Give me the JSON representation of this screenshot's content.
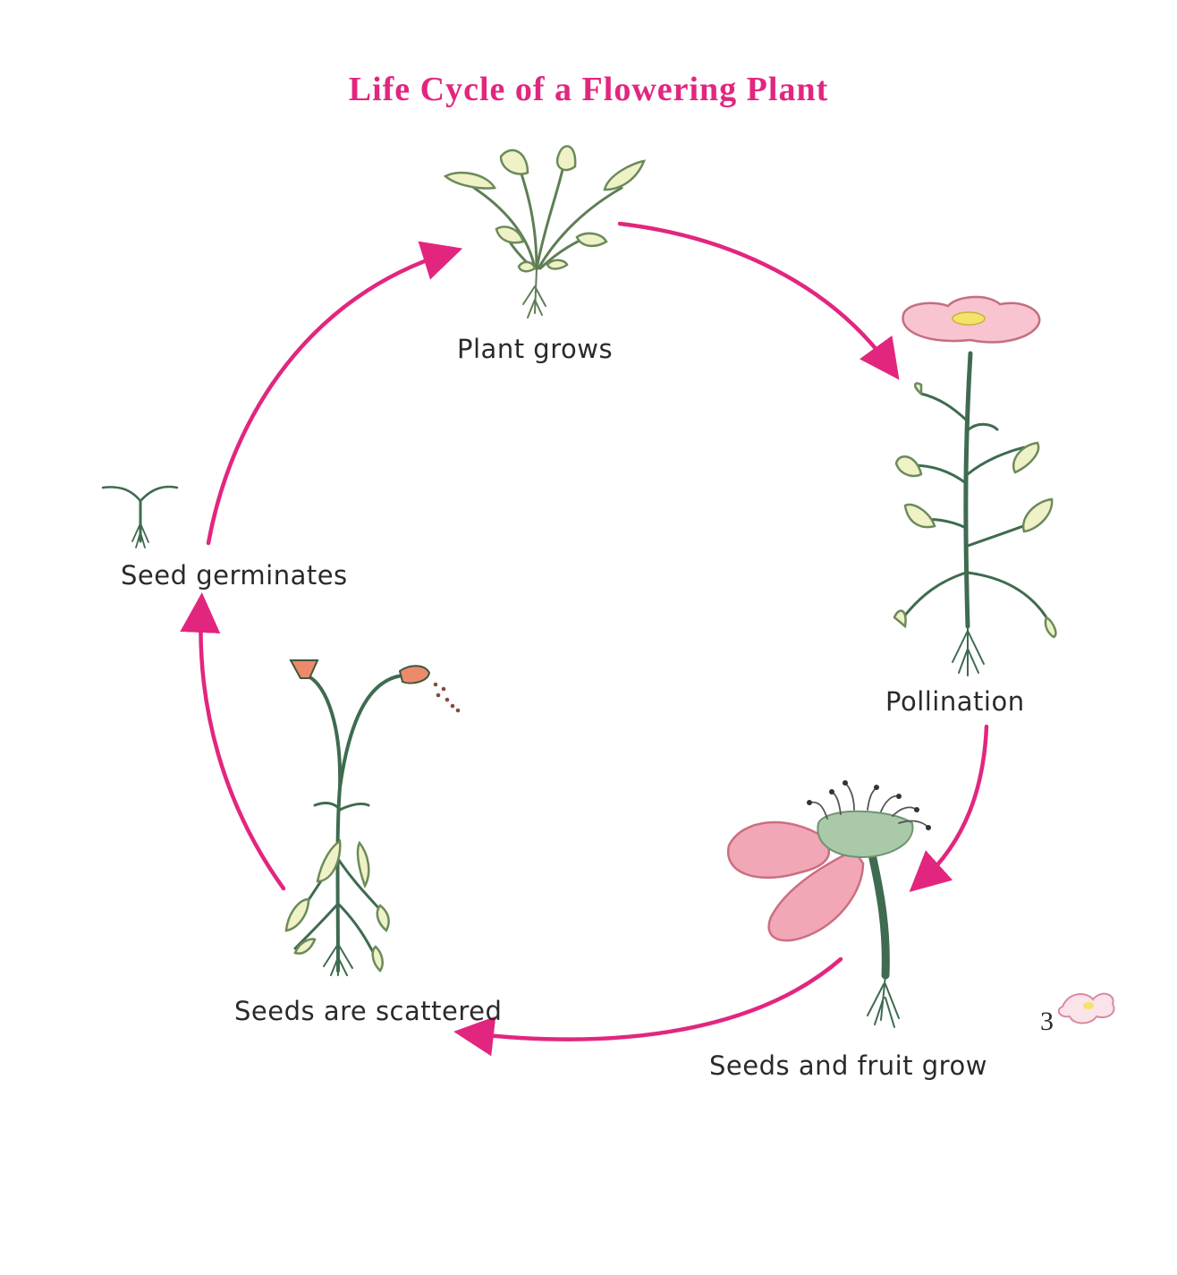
{
  "title": "Life Cycle of a Flowering Plant",
  "stages": {
    "plant_grows": "Plant grows",
    "pollination": "Pollination",
    "seeds_and_fruit": "Seeds and fruit grow",
    "seeds_scattered": "Seeds are scattered",
    "seed_germinates": "Seed germinates"
  },
  "page_number": "3",
  "colors": {
    "accent": "#e2267f",
    "stem": "#3f6b50",
    "leaf_fill": "#eef2c6",
    "petal": "#f2a7b6",
    "text": "#2a2a2a"
  },
  "icons": [
    "seedling-icon",
    "young-plant-icon",
    "flowering-plant-icon",
    "fruiting-flower-icon",
    "seed-pod-plant-icon",
    "small-flower-icon"
  ]
}
